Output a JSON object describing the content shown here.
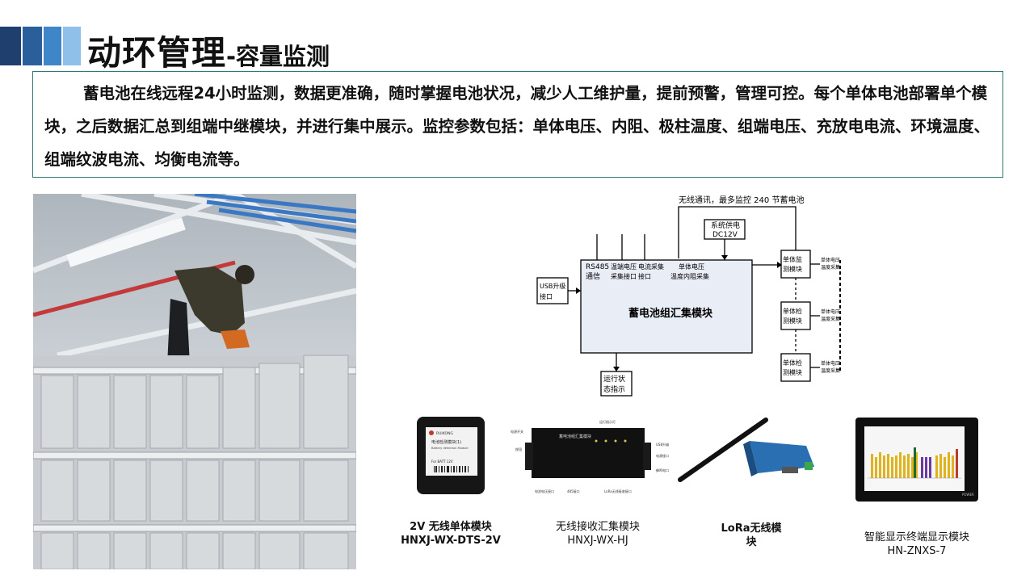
{
  "header": {
    "title_main": "动环管理",
    "title_sub": "-容量监测",
    "deco_colors": [
      "#1f3f6e",
      "#2b5f9c",
      "#3f86c8",
      "#8fc0ea"
    ]
  },
  "description": "蓄电池在线远程24小时监测，数据更准确，随时掌握电池状况，减少人工维护量，提前预警，管理可控。每个单体电池部署单个模块，之后数据汇总到组端中继模块，并进行集中展示。监控参数包括：单体电压、内阻、极柱温度、组端电压、充放电电流、环境温度、组端纹波电流、均衡电流等。",
  "diagram": {
    "wireless_note": "无线通讯，最多监控 240 节蓄电池",
    "power": [
      "系统供电",
      "DC12V"
    ],
    "rs485": [
      "RS485",
      "通信"
    ],
    "port1": [
      "温端电压",
      "采集接口"
    ],
    "port2": [
      "电流采集",
      "接口"
    ],
    "port3": [
      "单体电压",
      "温度内阻采集"
    ],
    "usb": [
      "USB升级",
      "接口"
    ],
    "main_module": "蓄电池组汇集模块",
    "status": [
      "运行状",
      "态指示"
    ],
    "cells": [
      {
        "label": [
          "单体监",
          "测模块"
        ],
        "tag": [
          "单体电压",
          "温度采集"
        ]
      },
      {
        "label": [
          "单体检",
          "测模块"
        ],
        "tag": [
          "单体电压",
          "温度采集"
        ]
      },
      {
        "label": [
          "单体检",
          "测模块"
        ],
        "tag": [
          "单体电压",
          "温度采集"
        ]
      }
    ]
  },
  "products": {
    "p1": {
      "name": "2V 无线单体模块",
      "model": "HNXJ-WX-DTS-2V",
      "device_text": [
        "RUIKONG",
        "电池检测模块(1)",
        "Battery detection Module",
        "For BATT   12V"
      ]
    },
    "p2": {
      "name": "无线接收汇集模块",
      "model": "HNXJ-WX-HJ",
      "device_title": "蓄电池组汇集模块",
      "callouts": [
        "运行指示灯",
        "电源开关",
        "按钮",
        "USB升级",
        "电源接口",
        "蜂鸣电口",
        "电池电压接口",
        "485接口",
        "LoRa无线接收接口"
      ]
    },
    "p3": {
      "name": "LoRa无线模",
      "name2": "块"
    },
    "p4": {
      "name": "智能显示终端显示模块",
      "model": "HN-ZNXS-7",
      "brand": "POWER"
    }
  }
}
